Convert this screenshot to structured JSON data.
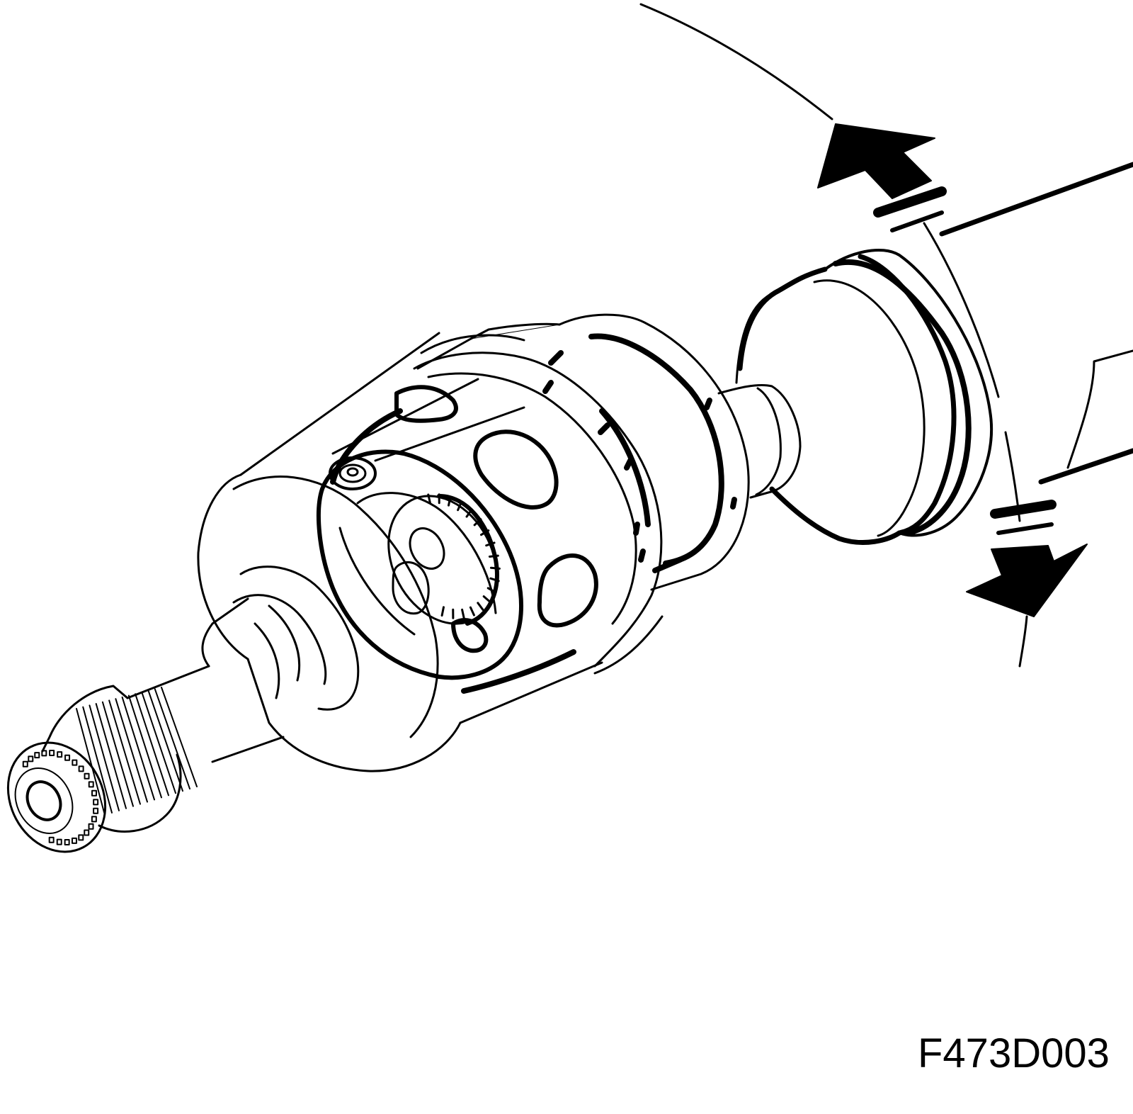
{
  "figure": {
    "code": "F473D003",
    "subject": "cv-joint-assembly",
    "rotation_indicators": [
      "arrow-up",
      "arrow-down"
    ]
  },
  "colors": {
    "line": "#000000",
    "background": "#ffffff"
  }
}
